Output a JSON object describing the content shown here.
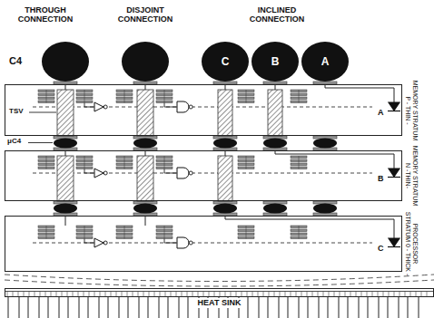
{
  "diagram": {
    "nodes": [
      {
        "text": [
          "C"
        ]
      },
      {
        "text": [
          "B"
        ]
      },
      {
        "text": [
          "A"
        ]
      },
      {
        "text": [
          "MEMORY STRATUM P - THIN -"
        ]
      },
      {
        "text": [
          "MEMORY STRATUM N -THIN-"
        ]
      },
      {
        "text": [
          "PROCESSOR STRATUM 0 - THICK -"
        ]
      },
      {
        "text": [
          "HEAT SINK"
        ]
      }
    ],
    "labels": [
      "THROUGH CONNECTION",
      "DISJOINT CONNECTION",
      "INCLINED CONNECTION",
      "C4",
      "TSV",
      "μC4",
      "A",
      "B",
      "C"
    ]
  }
}
